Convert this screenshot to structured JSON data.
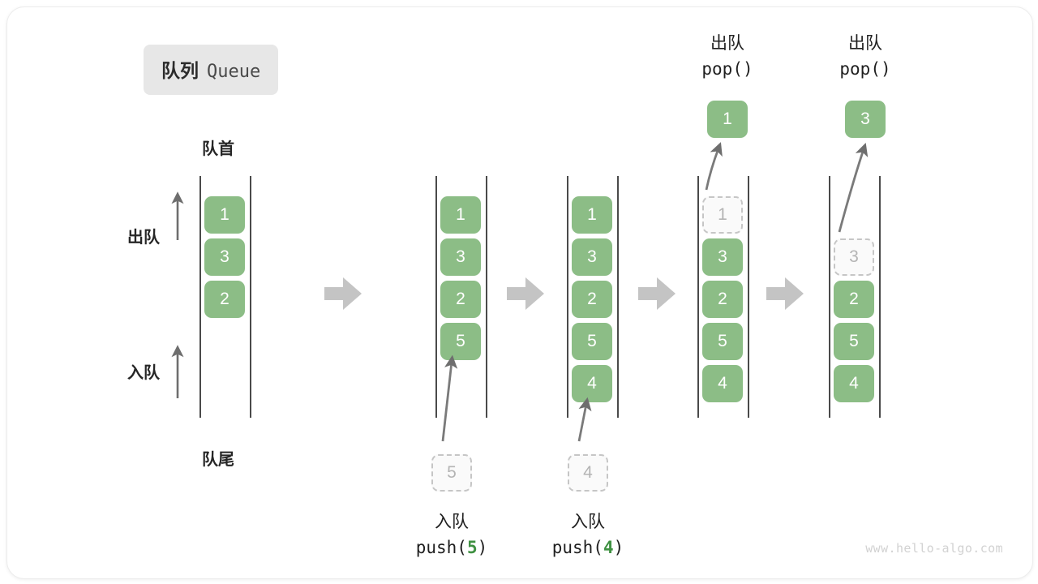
{
  "title": {
    "cn": "队列",
    "en": "Queue"
  },
  "labels": {
    "front": "队首",
    "rear": "队尾",
    "dequeue": "出队",
    "enqueue": "入队"
  },
  "watermark": "www.hello-algo.com",
  "colors": {
    "item_green": "#8cbd86",
    "ghost_fill": "#fafafa",
    "ghost_border": "#c6c6c6",
    "rail": "#4a4a4a",
    "arrow_gray": "#6e6e6e",
    "transition_arrow": "#c4c4c4",
    "badge_bg": "#e7e7e7",
    "code_accent": "#3f9142"
  },
  "stages": [
    {
      "name": "initial",
      "items": [
        "1",
        "3",
        "2"
      ],
      "ghost_index": null,
      "ghost_value": null,
      "popped": null,
      "op_cn": null,
      "op_code": null,
      "op_arg": null
    },
    {
      "name": "after-push-5",
      "items": [
        "1",
        "3",
        "2",
        "5"
      ],
      "ghost_index": null,
      "ghost_value": null,
      "popped": null,
      "op_cn": "入队",
      "op_code_prefix": "push(",
      "op_arg": "5",
      "op_code_suffix": ")",
      "incoming_value": "5"
    },
    {
      "name": "after-push-4",
      "items": [
        "1",
        "3",
        "2",
        "5",
        "4"
      ],
      "ghost_index": null,
      "ghost_value": null,
      "popped": null,
      "op_cn": "入队",
      "op_code_prefix": "push(",
      "op_arg": "4",
      "op_code_suffix": ")",
      "incoming_value": "4"
    },
    {
      "name": "pop-1",
      "items": [
        "",
        "3",
        "2",
        "5",
        "4"
      ],
      "ghost_index": 0,
      "ghost_value": "1",
      "popped": "1",
      "op_cn": "出队",
      "op_code_prefix": "pop(",
      "op_arg": "",
      "op_code_suffix": ")"
    },
    {
      "name": "pop-3",
      "items": [
        "",
        "",
        "2",
        "5",
        "4"
      ],
      "ghost_index": 1,
      "ghost_value": "3",
      "popped": "3",
      "op_cn": "出队",
      "op_code_prefix": "pop(",
      "op_arg": "",
      "op_code_suffix": ")"
    }
  ],
  "push_labels": [
    {
      "cn": "入队",
      "code_prefix": "push(",
      "arg": "5",
      "code_suffix": ")",
      "ghost": "5"
    },
    {
      "cn": "入队",
      "code_prefix": "push(",
      "arg": "4",
      "code_suffix": ")",
      "ghost": "4"
    }
  ],
  "pop_labels": [
    {
      "cn": "出队",
      "code": "pop()"
    },
    {
      "cn": "出队",
      "code": "pop()"
    }
  ]
}
